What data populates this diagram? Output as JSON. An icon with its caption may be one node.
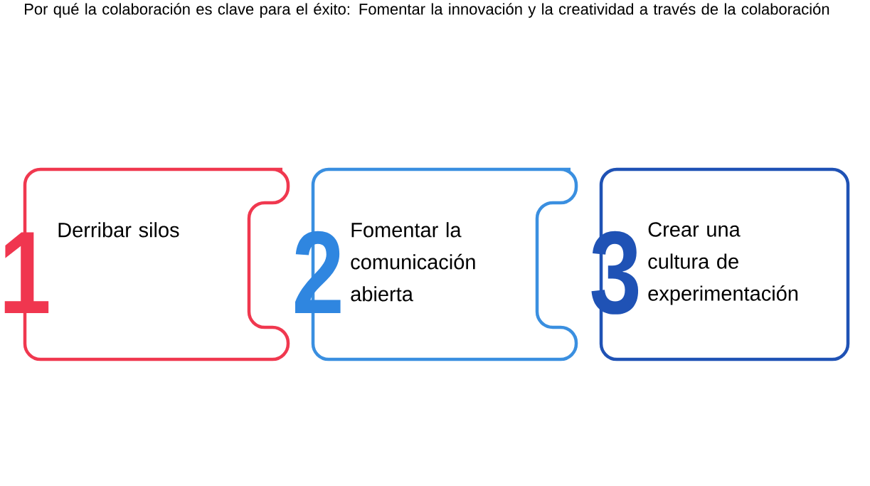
{
  "diagram": {
    "title": "Por qué la colaboración es clave para el éxito: Fomentar la innovación y la creatividad a través de la colaboración",
    "nodes": [
      {
        "text": [
          "1",
          "Derribar silos"
        ]
      },
      {
        "text": [
          "2",
          "Fomentar la comunicación abierta"
        ]
      },
      {
        "text": [
          "3",
          "Crear una cultura de experimentación"
        ]
      }
    ]
  }
}
